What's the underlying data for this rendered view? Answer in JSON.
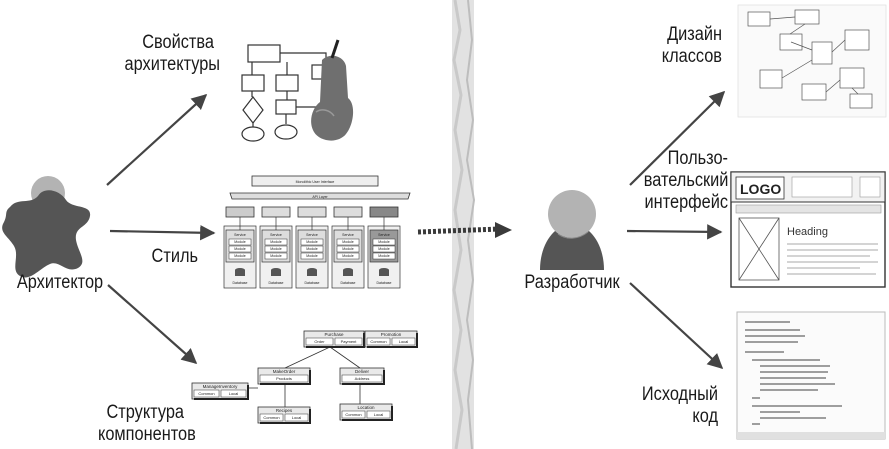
{
  "architect": {
    "label": "Архитектор"
  },
  "developer": {
    "label": "Разработчик"
  },
  "architect_outputs": [
    {
      "lines": [
        "Свойства",
        "архитектуры"
      ]
    },
    {
      "lines": [
        "Стиль"
      ]
    },
    {
      "lines": [
        "Структура",
        "компонентов"
      ]
    }
  ],
  "developer_outputs": [
    {
      "lines": [
        "Дизайн",
        "классов"
      ]
    },
    {
      "lines": [
        "Пользо-",
        "вательский",
        "интерфейс"
      ]
    },
    {
      "lines": [
        "Исходный",
        "код"
      ]
    }
  ],
  "style_diagram": {
    "top_bar": "Monolithic User Interface",
    "api_layer": "API Layer",
    "service": "Service",
    "module": "Module",
    "database": "Database"
  },
  "component_diagram": {
    "boxes": [
      {
        "name": "Purchase",
        "parts": [
          "Order",
          "Payment"
        ]
      },
      {
        "name": "Promotion",
        "parts": [
          "Common",
          "Local"
        ]
      },
      {
        "name": "MakeOrder",
        "parts": [
          "Products"
        ]
      },
      {
        "name": "Deliver",
        "parts": [
          "Address"
        ]
      },
      {
        "name": "ManageInventory",
        "parts": [
          "Common",
          "Local"
        ]
      },
      {
        "name": "Recipes",
        "parts": [
          "Common",
          "Local"
        ]
      },
      {
        "name": "Location",
        "parts": [
          "Common",
          "Local"
        ]
      }
    ]
  },
  "ui_mockup": {
    "logo": "LOGO",
    "heading": "Heading"
  },
  "colors": {
    "architect_shape": "#555555",
    "head": "#b3b3b3",
    "arrow": "#444444",
    "divider": "#cfcfcf"
  }
}
